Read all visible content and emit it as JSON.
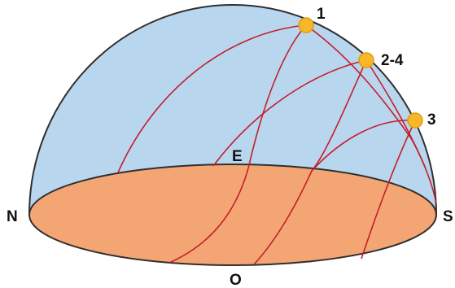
{
  "diagram": {
    "colors": {
      "sky": "#b9d6ef",
      "ground": "#f4a574",
      "outline": "#2f2f2f",
      "path": "#c41e2a",
      "sun": "#f8b62a",
      "sun_edge": "#e39b0e"
    },
    "labels": {
      "north": "N",
      "south": "S",
      "east": "E",
      "west": "O"
    },
    "suns": [
      {
        "label": "1"
      },
      {
        "label": "2-4"
      },
      {
        "label": "3"
      }
    ]
  }
}
